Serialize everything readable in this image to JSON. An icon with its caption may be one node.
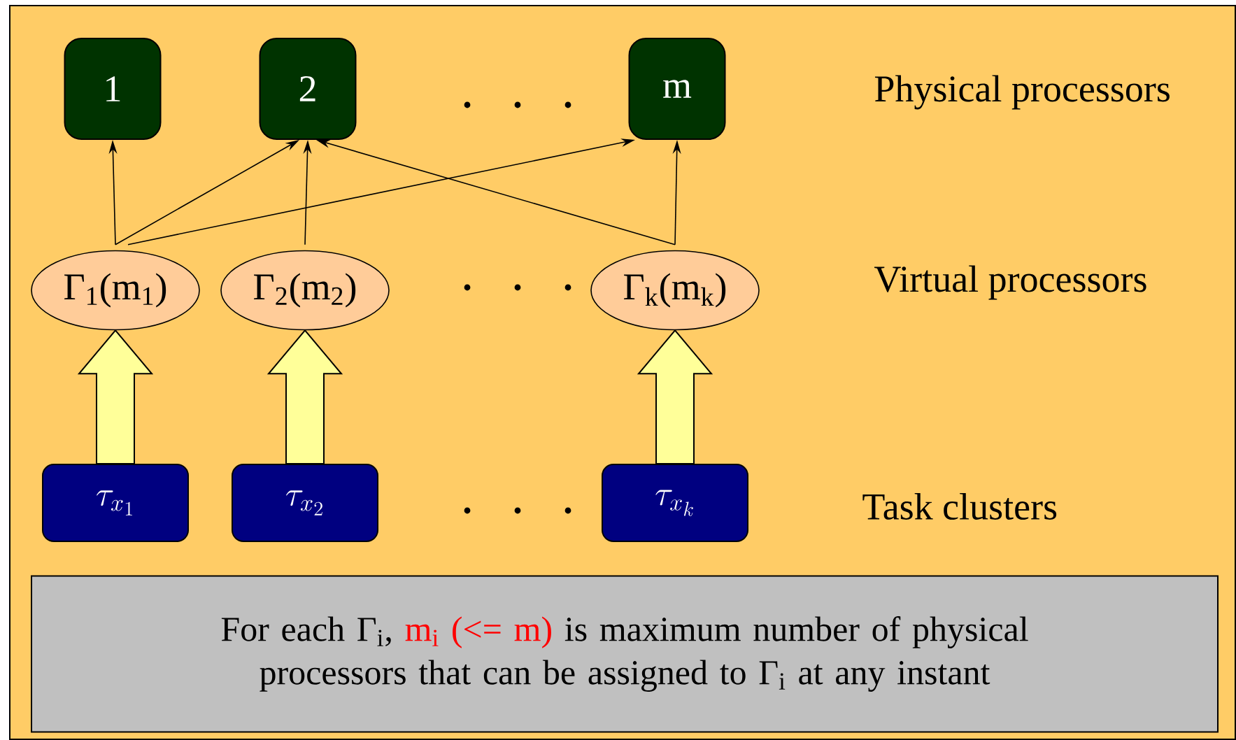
{
  "diagram": {
    "nodes": [
      {
        "text": [
          "1"
        ]
      },
      {
        "text": [
          "2"
        ]
      },
      {
        "text": [
          "m"
        ]
      },
      {
        "text": [
          "Γ$_{1}$(m$_{1}$)"
        ]
      },
      {
        "text": [
          "Γ$_{2}$(m$_{2}$)"
        ]
      },
      {
        "text": [
          "Γ$_{k}$(m$_{k}$)"
        ]
      },
      {
        "text": [
          "\\tau_{x_1}"
        ]
      },
      {
        "text": [
          "\\tau_{x_2}"
        ]
      },
      {
        "text": [
          "\\tau_{x_k}"
        ]
      },
      {
        "text": [
          "For each Γ$_{i}$,",
          "m$_{i}$ (<= m)",
          "is maximum number of physical processors that can be assigned to Γ$_{i}$ at any instant"
        ]
      }
    ],
    "edges": [
      {
        "from": 3,
        "to": 0,
        "arrow": "to"
      },
      {
        "from": 3,
        "to": 1,
        "arrow": "to"
      },
      {
        "from": 3,
        "to": 2,
        "arrow": "to"
      },
      {
        "from": 4,
        "to": 1,
        "arrow": "to"
      },
      {
        "from": 5,
        "to": 1,
        "arrow": "to"
      },
      {
        "from": 5,
        "to": 2,
        "arrow": "to"
      },
      {
        "from": 6,
        "to": 3,
        "arrow": "to",
        "style": "thick",
        "color": "#ffff99"
      },
      {
        "from": 7,
        "to": 4,
        "arrow": "to",
        "style": "thick",
        "color": "#ffff99"
      },
      {
        "from": 8,
        "to": 5,
        "arrow": "to",
        "style": "thick",
        "color": "#ffff99"
      }
    ],
    "labels": [
      "Physical processors",
      "Virtual processors",
      "Task clusters"
    ]
  }
}
